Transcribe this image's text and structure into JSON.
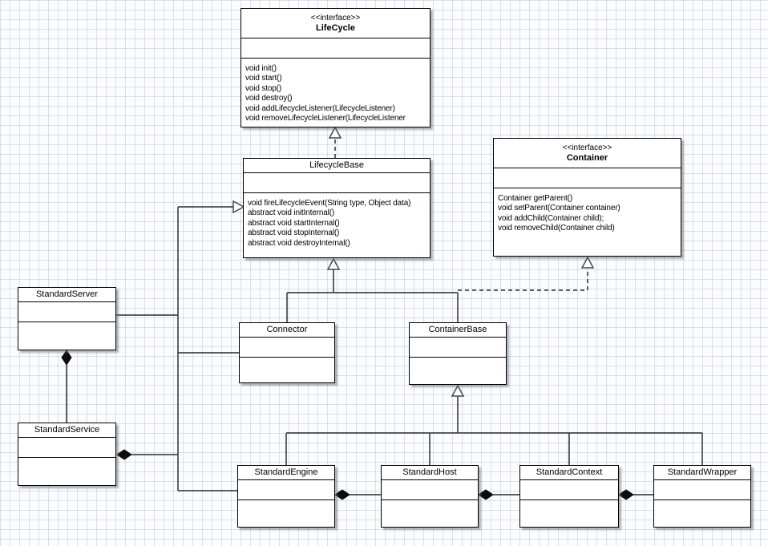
{
  "diagram": {
    "classes": {
      "lifecycle": {
        "stereotype": "<<interface>>",
        "name": "LifeCycle",
        "methods": [
          "void init()",
          "void start()",
          "void stop()",
          "void destroy()",
          "void addLifecycleListener(LifecycleListener)",
          "void removeLifecycleListener(LifecycleListener"
        ]
      },
      "lifecyclebase": {
        "name": "LifecycleBase",
        "methods": [
          "void fireLifecycleEvent(String type, Object data)",
          "abstract void initInternal()",
          "abstract void startInternal()",
          "abstract void stopInternal()",
          "abstract void destroyInternal()"
        ]
      },
      "container": {
        "stereotype": "<<interface>>",
        "name": "Container",
        "methods": [
          "Container getParent()",
          "void setParent(Container container)",
          "void addChild(Container child);",
          "void removeChild(Container child)"
        ]
      },
      "standardserver": {
        "name": "StandardServer"
      },
      "standardservice": {
        "name": "StandardService"
      },
      "connector": {
        "name": "Connector"
      },
      "containerbase": {
        "name": "ContainerBase"
      },
      "standardengine": {
        "name": "StandardEngine"
      },
      "standardhost": {
        "name": "StandardHost"
      },
      "standardcontext": {
        "name": "StandardContext"
      },
      "standardwrapper": {
        "name": "StandardWrapper"
      }
    },
    "relationships": [
      {
        "type": "realization",
        "from": "LifecycleBase",
        "to": "LifeCycle"
      },
      {
        "type": "generalization",
        "from": "Connector",
        "to": "LifecycleBase"
      },
      {
        "type": "generalization",
        "from": "ContainerBase",
        "to": "LifecycleBase"
      },
      {
        "type": "realization",
        "from": "ContainerBase",
        "to": "Container"
      },
      {
        "type": "generalization",
        "from": "StandardServer",
        "to": "LifecycleBase"
      },
      {
        "type": "generalization",
        "from": "StandardEngine",
        "to": "ContainerBase"
      },
      {
        "type": "generalization",
        "from": "StandardHost",
        "to": "ContainerBase"
      },
      {
        "type": "generalization",
        "from": "StandardContext",
        "to": "ContainerBase"
      },
      {
        "type": "generalization",
        "from": "StandardWrapper",
        "to": "ContainerBase"
      },
      {
        "type": "composition",
        "from": "StandardServer",
        "to": "StandardService"
      },
      {
        "type": "composition",
        "from": "StandardService",
        "to": "Connector"
      },
      {
        "type": "composition",
        "from": "StandardService",
        "to": "StandardEngine"
      },
      {
        "type": "composition",
        "from": "StandardEngine",
        "to": "StandardHost"
      },
      {
        "type": "composition",
        "from": "StandardHost",
        "to": "StandardContext"
      },
      {
        "type": "composition",
        "from": "StandardContext",
        "to": "StandardWrapper"
      }
    ],
    "colors": {
      "box_fill": "#ffffff",
      "box_border": "#000000",
      "edge": "#474747",
      "grid_line": "#b0c0d2",
      "background": "#fbfcfd"
    }
  }
}
